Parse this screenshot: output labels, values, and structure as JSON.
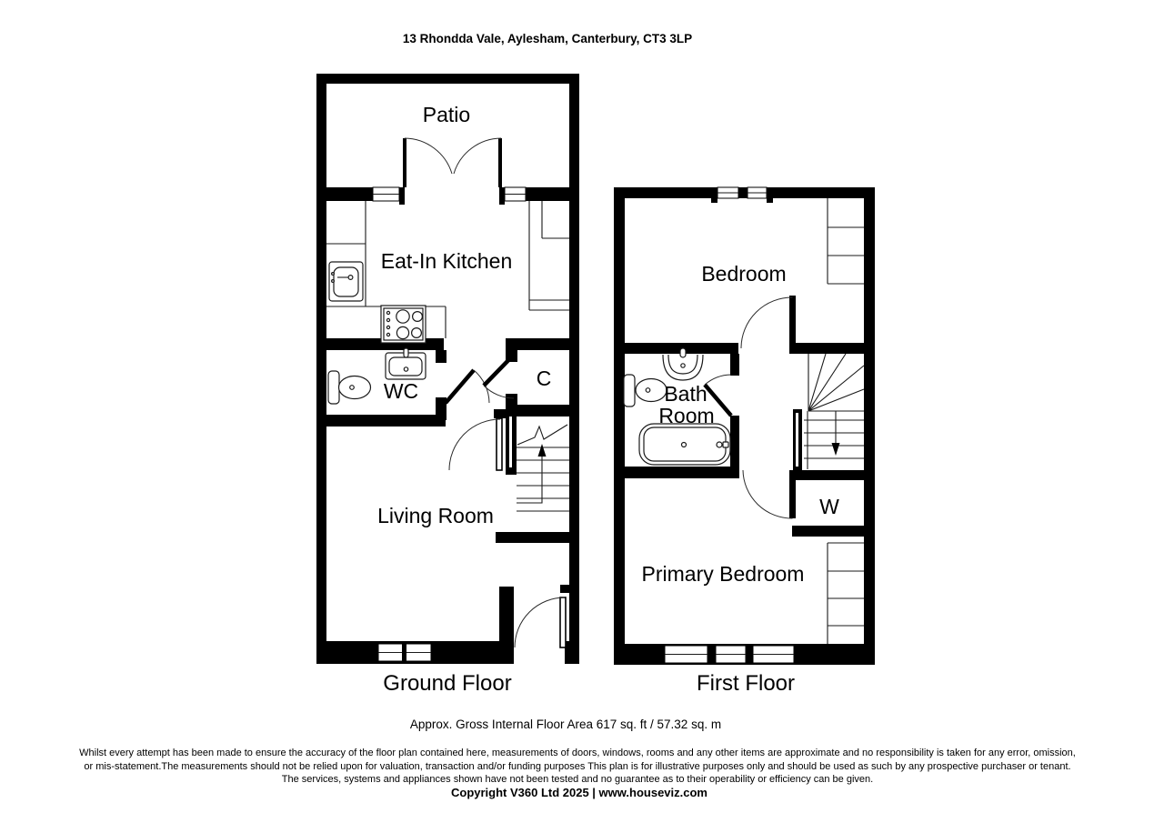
{
  "title": "13 Rhondda Vale, Aylesham, Canterbury, CT3 3LP",
  "ground_floor": {
    "label": "Ground Floor",
    "rooms": {
      "patio": "Patio",
      "kitchen": "Eat-In Kitchen",
      "wc": "WC",
      "cupboard": "C",
      "living_room": "Living Room"
    }
  },
  "first_floor": {
    "label": "First Floor",
    "rooms": {
      "bedroom": "Bedroom",
      "bathroom_line1": "Bath",
      "bathroom_line2": "Room",
      "wardrobe": "W",
      "primary_bedroom": "Primary Bedroom"
    }
  },
  "footer": {
    "area": "Approx. Gross Internal Floor Area 617 sq. ft / 57.32 sq. m",
    "disclaimer": [
      "Whilst every attempt has been made to ensure the accuracy of the floor plan contained here, measurements of doors, windows, rooms and any other items are approximate and no responsibility is taken for any error, omission,",
      "or mis-statement.The measurements should not be relied upon for valuation, transaction and/or funding purposes This plan is for illustrative purposes only and should be used as such by any prospective purchaser or tenant.",
      "The services, systems and appliances shown have not been tested and no guarantee as to their operability or efficiency can be given."
    ],
    "copyright": "Copyright V360 Ltd 2025 | www.houseviz.com"
  },
  "icons": {
    "stairs_up": "up-arrow-icon",
    "stairs_down": "down-arrow-icon",
    "toilet": "toilet-icon",
    "sink": "sink-icon",
    "basin": "basin-icon",
    "hob": "hob-icon",
    "bathtub": "bathtub-icon"
  },
  "colors": {
    "wall": "#000000",
    "background": "#ffffff",
    "fixture_line": "#1a1a1a"
  }
}
